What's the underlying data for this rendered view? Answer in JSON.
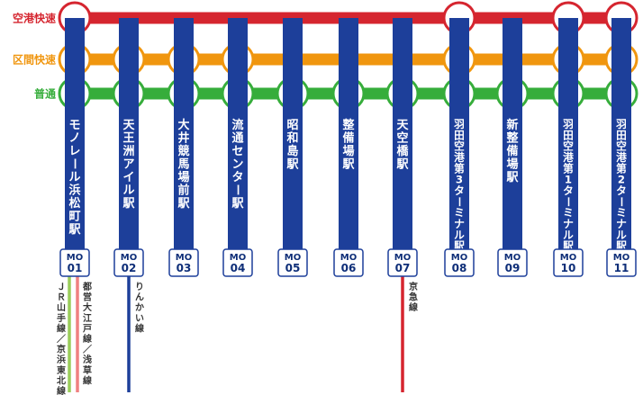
{
  "services": [
    {
      "key": "airport_rapid",
      "label": "空港快速",
      "color": "#d5252f",
      "stops": [
        0,
        7,
        9,
        10
      ]
    },
    {
      "key": "section_rapid",
      "label": "区間快速",
      "color": "#f0960f",
      "stops": [
        0,
        1,
        2,
        3,
        7,
        9,
        10
      ]
    },
    {
      "key": "local",
      "label": "普通",
      "color": "#36ad3b",
      "stops": [
        0,
        1,
        2,
        3,
        4,
        5,
        6,
        7,
        8,
        9,
        10
      ]
    }
  ],
  "line_color": "#1d3f9a",
  "stations": [
    {
      "name": "モノレール浜松町駅",
      "code_prefix": "MO",
      "code_num": "01"
    },
    {
      "name": "天王洲アイル駅",
      "code_prefix": "MO",
      "code_num": "02"
    },
    {
      "name": "大井競馬場前駅",
      "code_prefix": "MO",
      "code_num": "03"
    },
    {
      "name": "流通センター駅",
      "code_prefix": "MO",
      "code_num": "04"
    },
    {
      "name": "昭和島駅",
      "code_prefix": "MO",
      "code_num": "05"
    },
    {
      "name": "整備場駅",
      "code_prefix": "MO",
      "code_num": "06"
    },
    {
      "name": "天空橋駅",
      "code_prefix": "MO",
      "code_num": "07"
    },
    {
      "name": "羽田空港第3ターミナル駅",
      "code_prefix": "MO",
      "code_num": "08"
    },
    {
      "name": "新整備場駅",
      "code_prefix": "MO",
      "code_num": "09"
    },
    {
      "name": "羽田空港第1ターミナル駅",
      "code_prefix": "MO",
      "code_num": "10"
    },
    {
      "name": "羽田空港第2ターミナル駅",
      "code_prefix": "MO",
      "code_num": "11"
    }
  ],
  "connections": [
    {
      "station": 0,
      "label": "ＪＲ山手線／京浜東北線",
      "color": "#9acd5a"
    },
    {
      "station": 0,
      "label": "都営大江戸線／浅草線",
      "color": "#f08080"
    },
    {
      "station": 1,
      "label": "りんかい線",
      "color": "#1d3f9a"
    },
    {
      "station": 6,
      "label": "京急線",
      "color": "#d5252f"
    }
  ]
}
